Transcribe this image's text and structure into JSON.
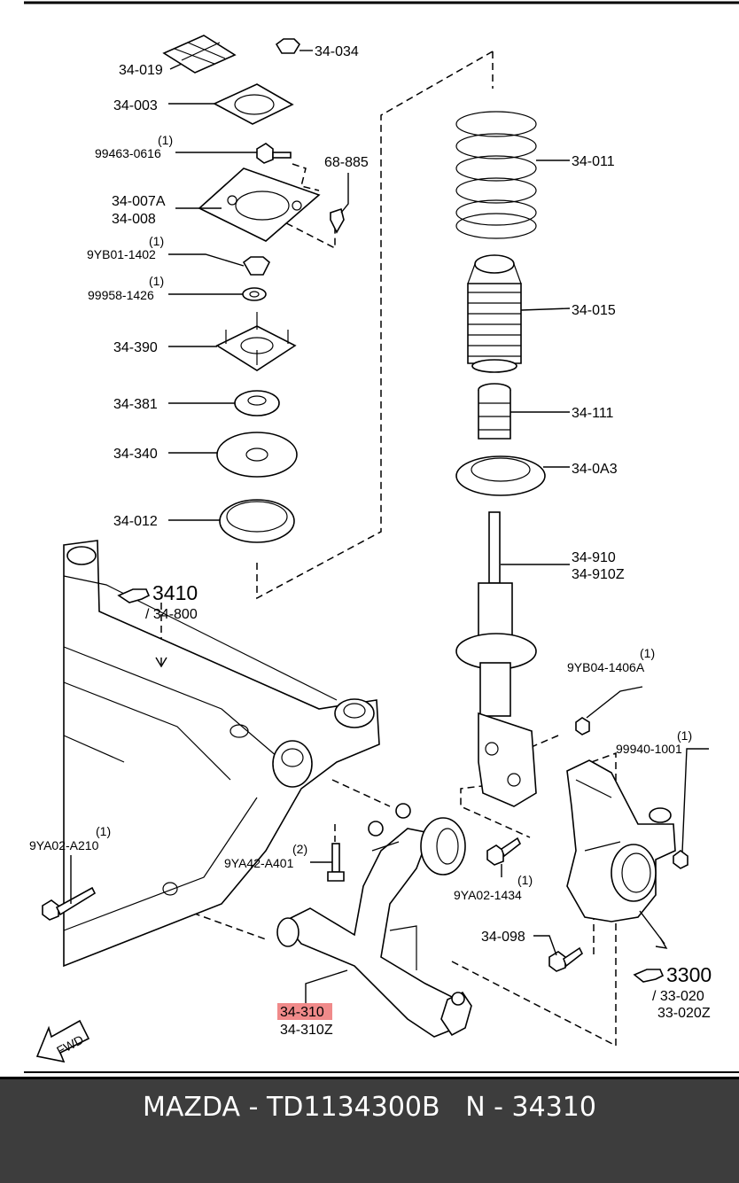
{
  "callouts": {
    "c34_019": "34-019",
    "c34_034": "34-034",
    "c34_003": "34-003",
    "c99463_q": "(1)",
    "c99463": "99463-0616",
    "c68_885": "68-885",
    "c34_007a": "34-007A",
    "c34_008": "34-008",
    "c9yb01_q": "(1)",
    "c9yb01": "9YB01-1402",
    "c99958_q": "(1)",
    "c99958": "99958-1426",
    "c34_390": "34-390",
    "c34_381": "34-381",
    "c34_340": "34-340",
    "c34_012": "34-012",
    "c34_011": "34-011",
    "c34_015": "34-015",
    "c34_111": "34-111",
    "c34_0a3": "34-0A3",
    "c34_910": "34-910",
    "c34_910z": "34-910Z",
    "c3410": "3410",
    "c34_800": "/ 34-800",
    "c9yb04_q": "(1)",
    "c9yb04": "9YB04-1406A",
    "c99940_q": "(1)",
    "c99940": "99940-1001",
    "c9ya02a_q": "(1)",
    "c9ya02a": "9YA02-A210",
    "c9ya42_q": "(2)",
    "c9ya42": "9YA42-A401",
    "c9ya02_1434_q": "(1)",
    "c9ya02_1434": "9YA02-1434",
    "c34_098": "34-098",
    "c3300": "3300",
    "c33_020": "/ 33-020",
    "c33_020z": "33-020Z",
    "c34_310": "34-310",
    "c34_310z": "34-310Z",
    "fwd": "FWD"
  },
  "highlight_color": "#f08a8a",
  "footer": {
    "text": "MAZDA - TD1134300B   N - 34310"
  }
}
